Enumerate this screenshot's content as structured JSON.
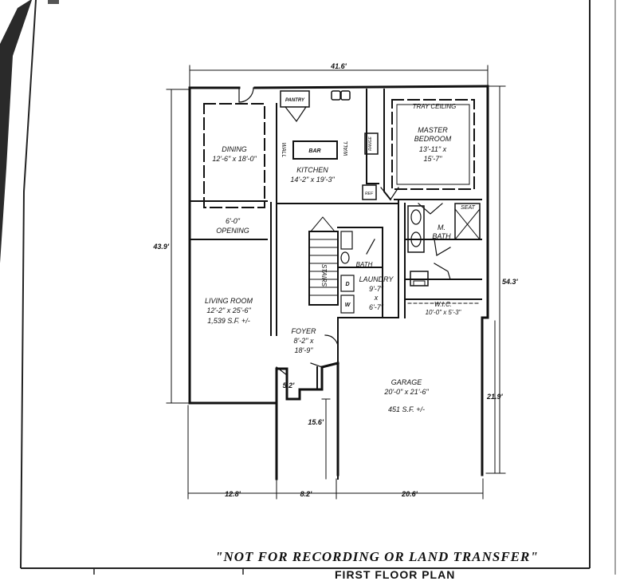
{
  "plan": {
    "rooms": {
      "dining": {
        "name": "DINING",
        "size": "12'-6\" x 18'-0\""
      },
      "kitchen": {
        "name": "KITCHEN",
        "size": "14'-2\" x 19'-3\""
      },
      "pantry": "PANTRY",
      "bar": "BAR",
      "wall_left": "WALL",
      "wall_right": "WALL",
      "range": "RANGE",
      "ref": "REF",
      "tray": "TRAY CEILING",
      "master": {
        "name1": "MASTER",
        "name2": "BEDROOM",
        "size1": "13'-11\" x",
        "size2": "15'-7\""
      },
      "seat": "SEAT",
      "mbath": {
        "name1": "M.",
        "name2": "BATH"
      },
      "opening": {
        "size": "6'-0\"",
        "name": "OPENING"
      },
      "living": {
        "name": "LIVING ROOM",
        "size": "12'-2\" x 25'-6\"",
        "sf": "1,539 S.F. +/-"
      },
      "stairs": "STAIRS",
      "bath": "BATH",
      "dw": {
        "d": "D",
        "w": "W"
      },
      "laundry": {
        "name": "LAUNDRY",
        "size1": "9'-7\"",
        "x": "x",
        "size2": "6'-7\""
      },
      "wic": {
        "name": "W.I.C.",
        "size": "10'-0\" x 5'-3\""
      },
      "foyer": {
        "name": "FOYER",
        "size1": "8'-2\" x",
        "size2": "18'-9\""
      },
      "garage": {
        "name": "GARAGE",
        "size": "20'-0\" x 21'-6\"",
        "sf": "451 S.F. +/-"
      }
    },
    "dims": {
      "top": "41.6'",
      "left": "43.9'",
      "right": "54.3'",
      "garage_right": "21.9'",
      "step": "5.2'",
      "porch": "15.6'",
      "bottom": [
        "12.8'",
        "8.2'",
        "20.6'"
      ]
    }
  },
  "note": "\"NOT FOR RECORDING OR LAND TRANSFER\"",
  "title_block": "FIRST FLOOR PLAN"
}
